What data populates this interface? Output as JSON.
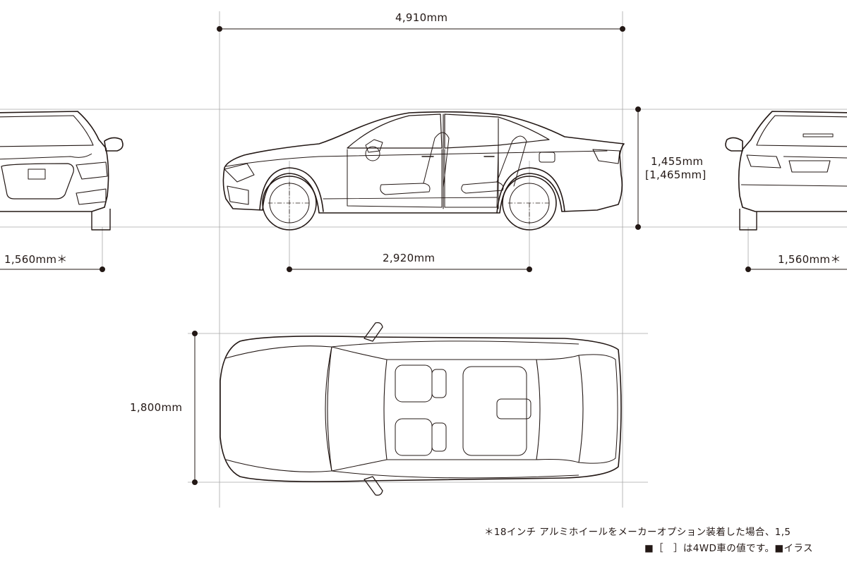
{
  "dimensions": {
    "length": "4,910mm",
    "height": "1,455mm",
    "height_4wd": "[1,465mm]",
    "wheelbase": "2,920mm",
    "width": "1,800mm",
    "front_tread": "1,560mm＊",
    "rear_tread": "1,560mm＊"
  },
  "notes": {
    "line1": "＊18インチ アルミホイールをメーカーオプション装着した場合、1,5",
    "line2": "■［　］は4WD車の値です。■イラス"
  },
  "colors": {
    "line": "#231815",
    "guide": "#9f9f9f",
    "background": "#ffffff"
  }
}
